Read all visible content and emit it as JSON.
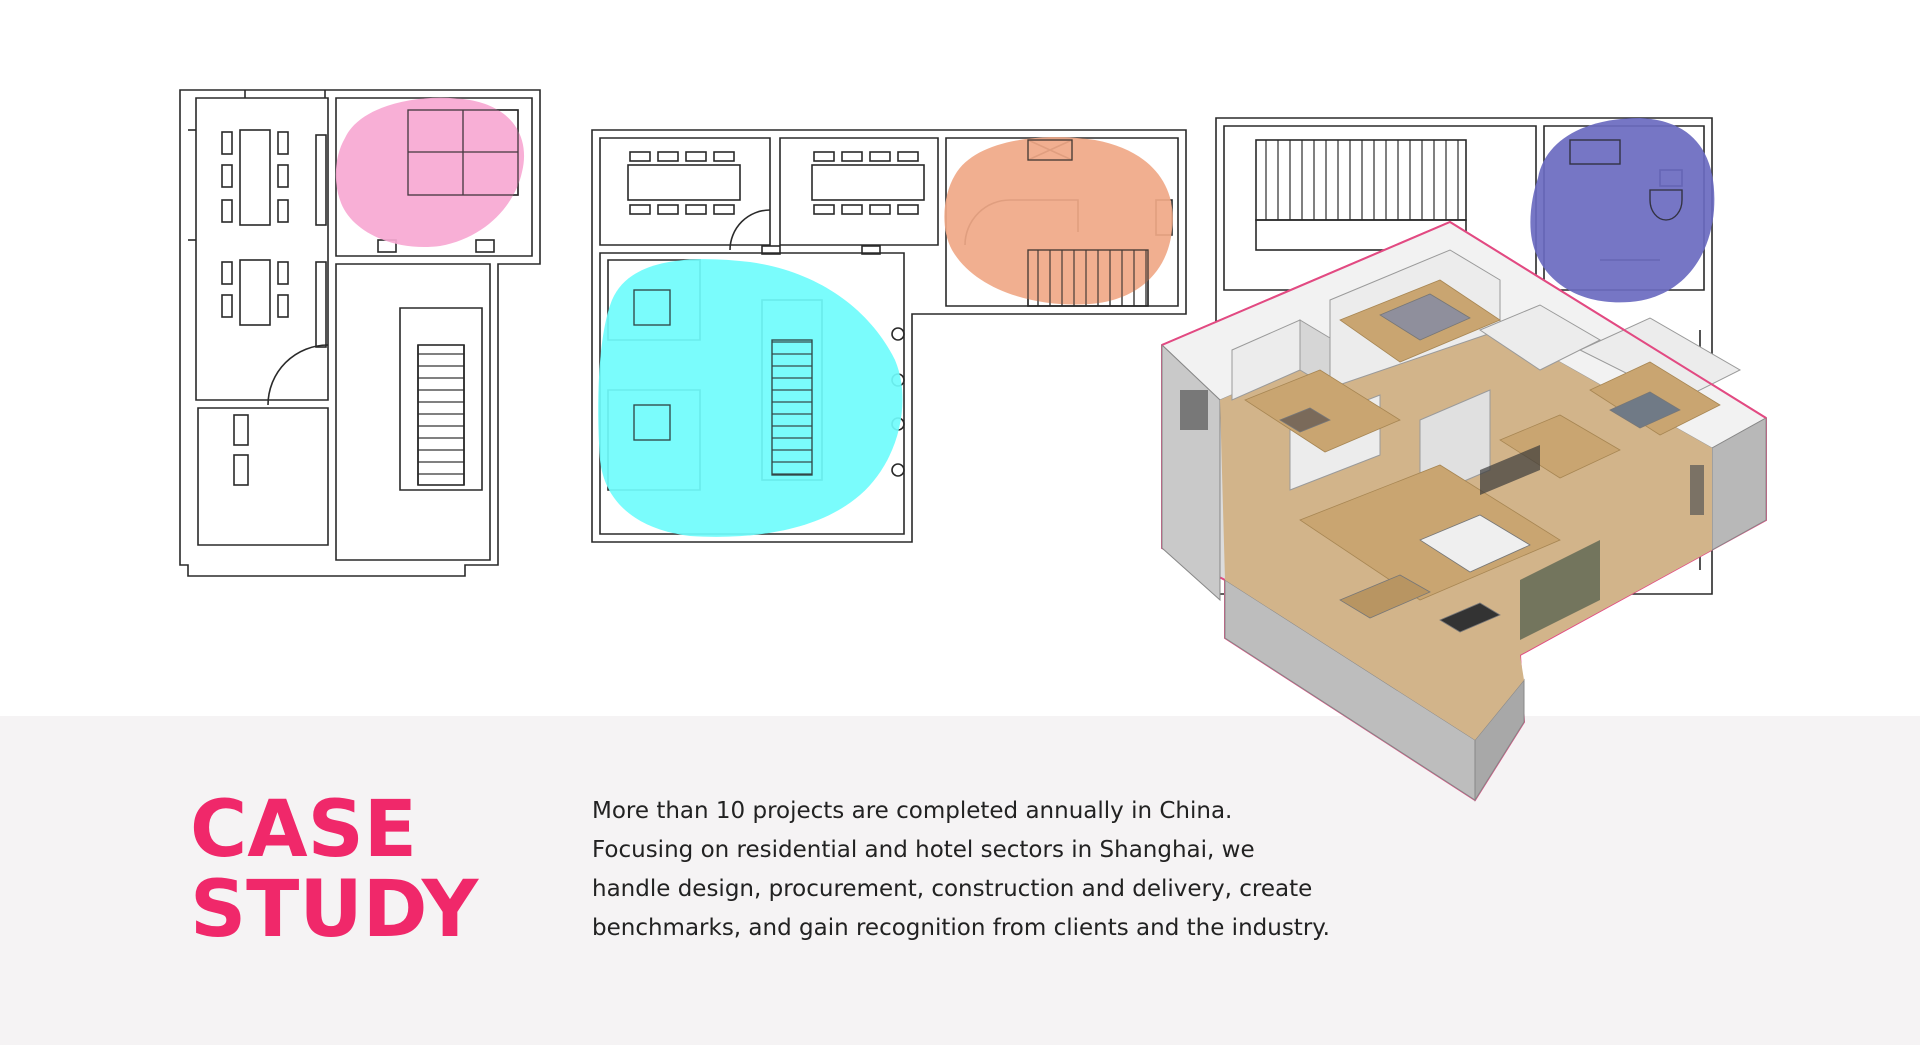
{
  "heading": {
    "line1": "CASE",
    "line2": "STUDY"
  },
  "description": {
    "line1": "More than 10 projects are completed annually in China.",
    "line2": "Focusing on residential and hotel sectors in Shanghai, we",
    "line3": "handle design, procurement, construction and delivery, create",
    "line4": "benchmarks, and gain recognition from clients and the industry."
  },
  "colors": {
    "accent": "#f0286a",
    "band_background": "#f5f3f4",
    "zone_pink": "#f7a8d2",
    "zone_cyan": "#6ffcfc",
    "zone_orange": "#f0a887",
    "zone_blue": "#6a6ac0",
    "line": "#2a2a2a"
  }
}
